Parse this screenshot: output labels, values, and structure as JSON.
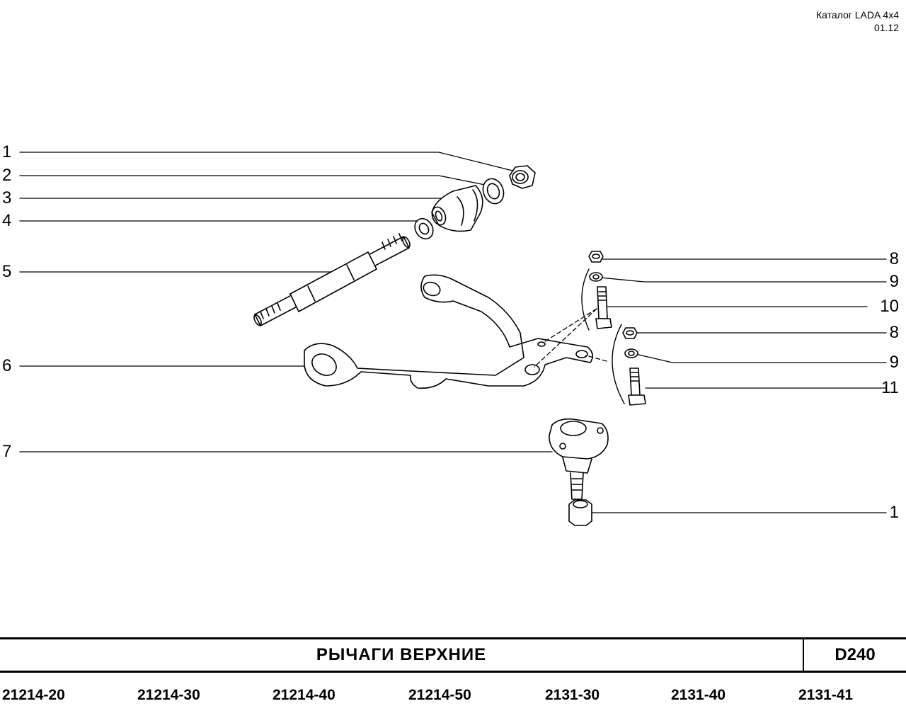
{
  "header": {
    "catalog": "Каталог  LADA  4x4",
    "date": "01.12"
  },
  "callouts_left": [
    "1",
    "2",
    "3",
    "4",
    "5",
    "6",
    "7"
  ],
  "callouts_right": [
    "8",
    "9",
    "10",
    "8",
    "9",
    "11",
    "1"
  ],
  "title": "РЫЧАГИ   ВЕРХНИЕ",
  "code": "D240",
  "models": [
    "21214-20",
    "21214-30",
    "21214-40",
    "21214-50",
    "2131-30",
    "2131-40",
    "2131-41"
  ]
}
